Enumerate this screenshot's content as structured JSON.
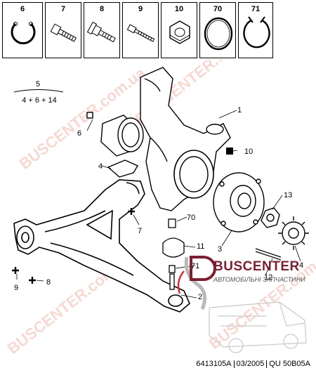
{
  "parts_bar": [
    {
      "number": "6",
      "icon": "circlip-icon"
    },
    {
      "number": "7",
      "icon": "bolt-icon"
    },
    {
      "number": "8",
      "icon": "flange-bolt-icon"
    },
    {
      "number": "9",
      "icon": "screw-icon"
    },
    {
      "number": "10",
      "icon": "nut-icon"
    },
    {
      "number": "70",
      "icon": "o-ring-icon"
    },
    {
      "number": "71",
      "icon": "clip-ring-icon"
    }
  ],
  "kit": {
    "number": "5",
    "contents": "4 + 6 + 14"
  },
  "callouts": {
    "c1": "1",
    "c2": "2",
    "c3": "3",
    "c4a": "4",
    "c4b": "4",
    "c6": "6",
    "c7": "7",
    "c8": "8",
    "c9": "9",
    "c10": "10",
    "c11": "11",
    "c12": "12",
    "c13": "13",
    "c70": "70",
    "c71": "71"
  },
  "watermark": "BUSCENTER.com.ua",
  "logo": {
    "title": "BUSCENTER",
    "subtitle": "АВТОМОБІЛЬНІ ЗАПЧАСТИНИ"
  },
  "footer": {
    "code": "6413105A",
    "date": "03/2005",
    "ref": "QU  50B05A"
  },
  "colors": {
    "accent": "#7b2033",
    "watermark": "#f2b9ae",
    "highlight": "#d9262c"
  }
}
